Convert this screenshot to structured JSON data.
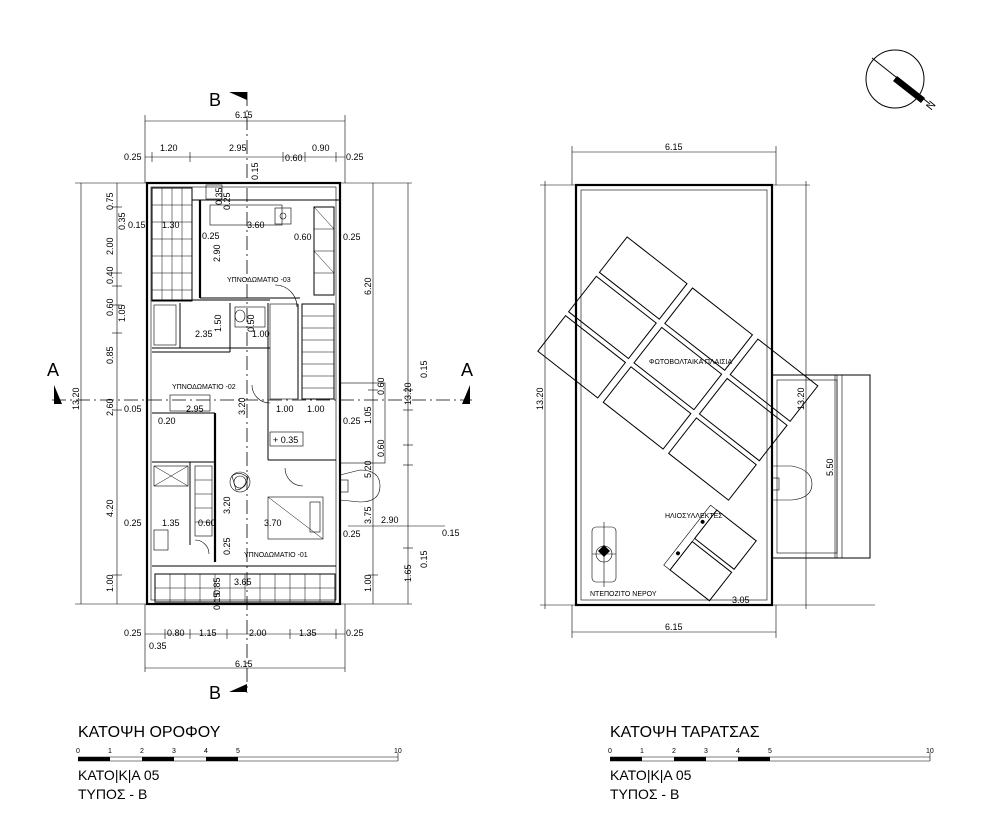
{
  "plans": [
    {
      "title": "ΚΑΤΟΨΗ ΟΡΟΦΟΥ",
      "unit": "ΚΑΤΟ|Κ|Α 05",
      "type": "ΤΥΠΟΣ - Β"
    },
    {
      "title": "ΚΑΤΟΨΗ ΤΑΡΑΤΣΑΣ",
      "unit": "ΚΑΤΟ|Κ|Α 05",
      "type": "ΤΥΠΟΣ - Β"
    }
  ],
  "scale_labels": [
    "0",
    "1",
    "2",
    "3",
    "4",
    "5",
    "10"
  ],
  "section_labels": {
    "a": "A",
    "b": "B"
  },
  "north_label": "N",
  "floor_rooms": {
    "room1": "ΥΠΝΟΔΩΜΑΤΙΟ -01",
    "room2": "ΥΠΝΟΔΩΜΑΤΙΟ -02",
    "room3": "ΥΠΝΟΔΩΜΑΤΙΟ -03",
    "level": "+ 0.35"
  },
  "roof_labels": {
    "pv": "ΦΩΤΟΒΟΛΤΑΙΚΑ ΠΛΑΙΣΙΑ",
    "solar": "ΗΛΙΟΣΥΛΛΕΚΤΕΣ",
    "tank": "ΝΤΕΠΟΖΙΤΟ ΝΕΡΟΥ"
  },
  "floor_dims": {
    "top_total": "6.15",
    "top_parts": [
      "0.25",
      "1.20",
      "2.95",
      "0.60",
      "0.90",
      "0.25"
    ],
    "bottom_total": "6.15",
    "bottom_parts": [
      "0.25",
      "0.80",
      "1.15",
      "2.00",
      "1.35",
      "0.25"
    ],
    "bottom_extra": "0.35",
    "left_total": "13.20",
    "left_parts": [
      "0.75",
      "2.00",
      "0.40",
      "0.60",
      "0.85",
      "2.60",
      "4.20",
      "1.00"
    ],
    "left_inner": [
      "0.35",
      "1.05"
    ],
    "right_a": [
      "6.20",
      "5.20",
      "1.00"
    ],
    "right_b": [
      "13.20",
      "0.60",
      "1.05",
      "0.60",
      "3.75",
      "1.65"
    ],
    "right_c": [
      "0.15",
      "0.15",
      "0.15"
    ],
    "right_d": "2.90",
    "interior": [
      "1.30",
      "0.15",
      "0.25",
      "2.90",
      "3.60",
      "0.60",
      "0.25",
      "0.35",
      "0.25",
      "0.15",
      "2.35",
      "1.50",
      "1.00",
      "0.20",
      "0.05",
      "2.95",
      "3.20",
      "1.00",
      "1.00",
      "0.25",
      "1.35",
      "0.60",
      "3.20",
      "3.70",
      "0.25",
      "0.25",
      "3.65",
      "0.85",
      "0.15",
      "0.50",
      "0.25"
    ]
  },
  "roof_dims": {
    "top": "6.15",
    "bottom": "6.15",
    "left": "13.20",
    "right": "13.20",
    "extension": "5.50",
    "inner": "3.05"
  }
}
